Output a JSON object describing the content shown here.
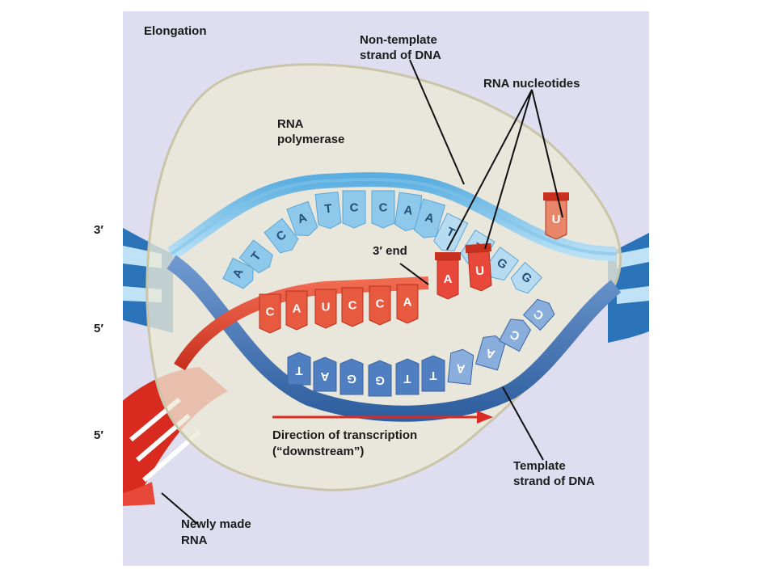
{
  "title": "Elongation",
  "labels": {
    "non_template_line1": "Non-template",
    "non_template_line2": "strand of DNA",
    "rna_nucleotides": "RNA nucleotides",
    "rna_polymerase_line1": "RNA",
    "rna_polymerase_line2": "polymerase",
    "three_prime_end": "3′ end",
    "direction_line1": "Direction of transcription",
    "direction_line2": "(“downstream”)",
    "template_line1": "Template",
    "template_line2": "strand of DNA",
    "newly_made_line1": "Newly made",
    "newly_made_line2": "RNA",
    "three_prime_left": "3′",
    "five_prime_left_upper": "5′",
    "five_prime_left_lower": "5′"
  },
  "non_template_bases": [
    "A",
    "T",
    "C",
    "A",
    "T",
    "C",
    "C",
    "A",
    "A",
    "T",
    "T",
    "G",
    "G"
  ],
  "rna_bases": [
    "C",
    "A",
    "U",
    "C",
    "C",
    "A"
  ],
  "incoming_nucleotides": [
    "A",
    "U",
    "U"
  ],
  "template_bases": [
    "T",
    "A",
    "G",
    "G",
    "T",
    "T",
    "A",
    "A",
    "C",
    "C"
  ],
  "colors": {
    "background": "#dedef0",
    "polymerase_fill": "#ece9d6",
    "dna_upper": "#7fc3e9",
    "dna_lower": "#5a86c4",
    "rna": "#e8483a",
    "arrow": "#d92c25"
  }
}
